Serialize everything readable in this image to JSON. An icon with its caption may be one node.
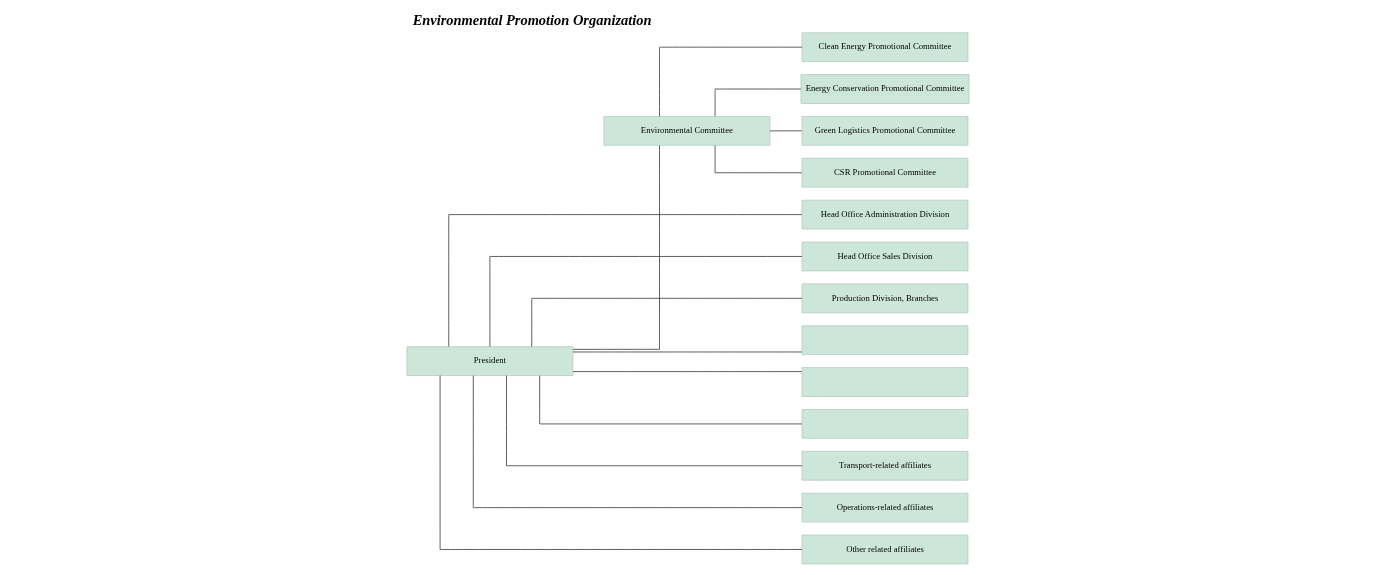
{
  "diagram": {
    "title": "Environmental Promotion Organization",
    "nodes": [
      {
        "text": [
          "President"
        ]
      },
      {
        "text": [
          "Environmental Committee"
        ]
      },
      {
        "text": [
          "Clean Energy Promotional Committee"
        ]
      },
      {
        "text": [
          "Energy Conservation Promotional Committee"
        ]
      },
      {
        "text": [
          "Green Logistics Promotional Committee"
        ]
      },
      {
        "text": [
          "CSR Promotional Committee"
        ]
      },
      {
        "text": [
          "Head Office Administration Division"
        ]
      },
      {
        "text": [
          "Head Office Sales Division"
        ]
      },
      {
        "text": [
          "Production Division, Branches"
        ]
      },
      {
        "text": [],
        "shape": "box"
      },
      {
        "text": [],
        "shape": "box"
      },
      {
        "text": [],
        "shape": "box"
      },
      {
        "text": [
          "Transport-related affiliates"
        ]
      },
      {
        "text": [
          "Operations-related affiliates"
        ]
      },
      {
        "text": [
          "Other related affiliates"
        ]
      }
    ],
    "edges": [
      {
        "from": 0,
        "to": 1,
        "arrow": "none"
      },
      {
        "from": 1,
        "to": 2,
        "arrow": "none"
      },
      {
        "from": 1,
        "to": 3,
        "arrow": "none"
      },
      {
        "from": 1,
        "to": 4,
        "arrow": "none"
      },
      {
        "from": 1,
        "to": 5,
        "arrow": "none"
      },
      {
        "from": 0,
        "to": 6,
        "arrow": "none"
      },
      {
        "from": 0,
        "to": 7,
        "arrow": "none"
      },
      {
        "from": 0,
        "to": 8,
        "arrow": "none"
      },
      {
        "from": 0,
        "to": 9,
        "arrow": "none"
      },
      {
        "from": 0,
        "to": 10,
        "arrow": "none"
      },
      {
        "from": 0,
        "to": 11,
        "arrow": "none"
      },
      {
        "from": 0,
        "to": 12,
        "arrow": "none"
      },
      {
        "from": 0,
        "to": 13,
        "arrow": "none"
      },
      {
        "from": 0,
        "to": 14,
        "arrow": "none"
      }
    ]
  }
}
